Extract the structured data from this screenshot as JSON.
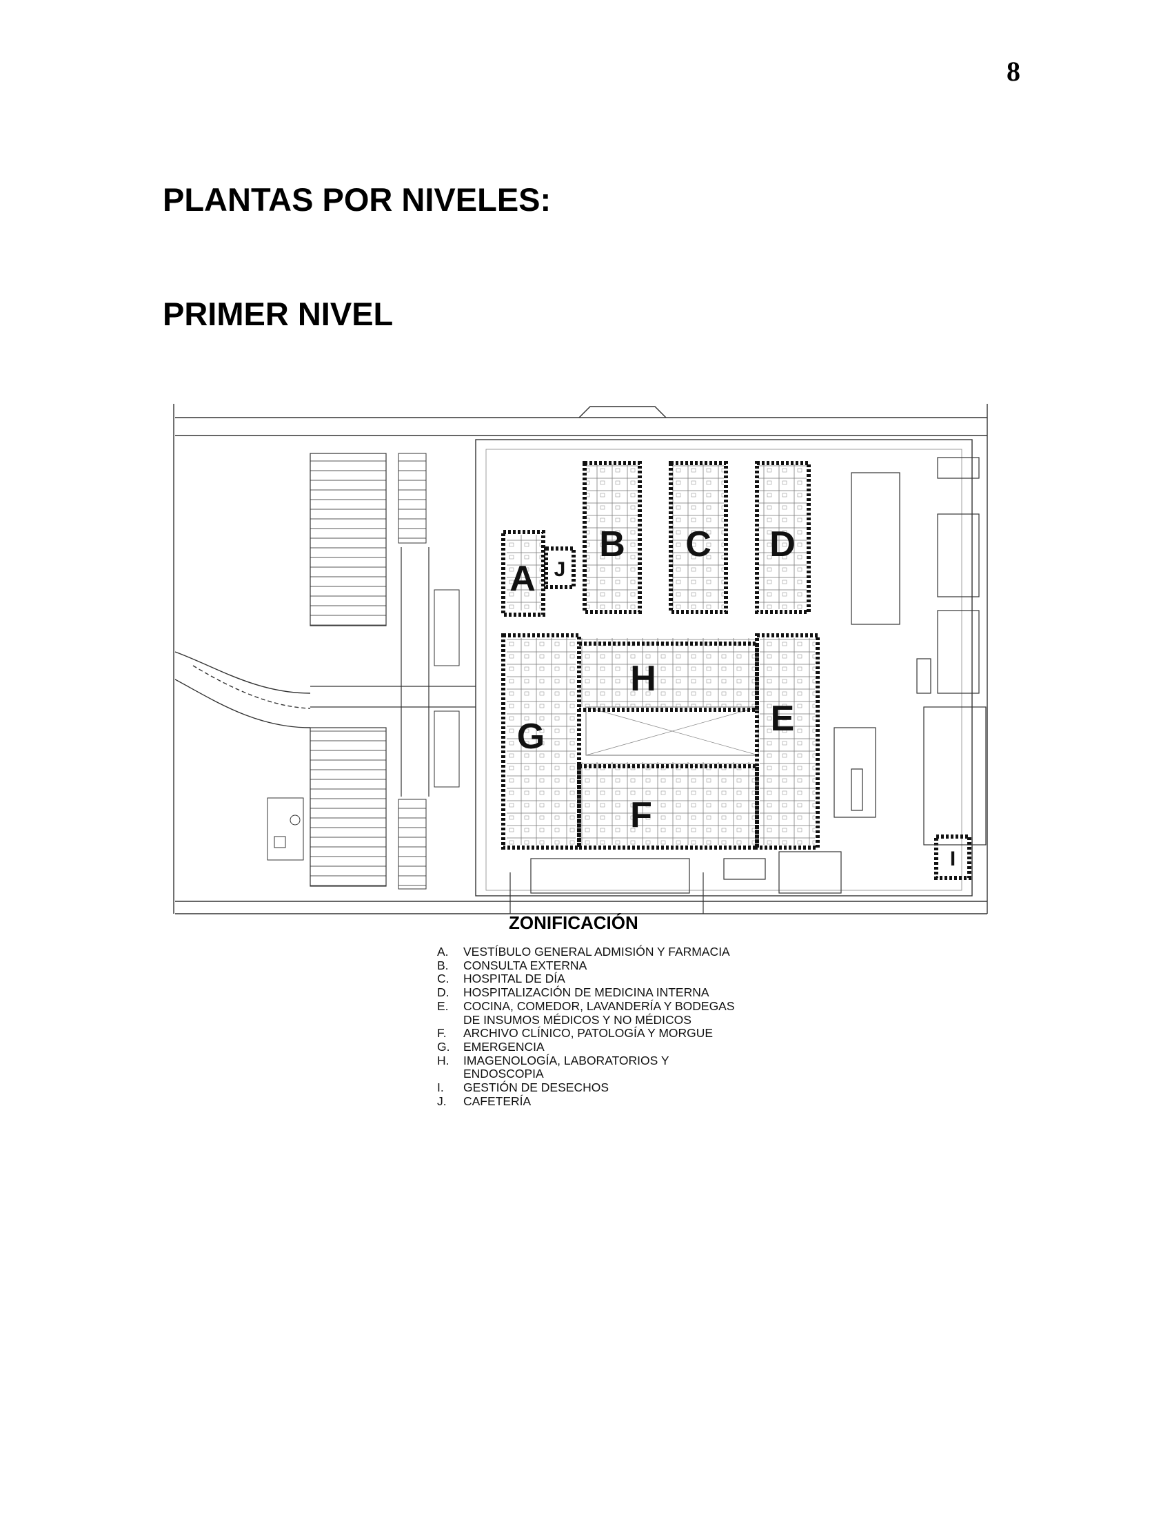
{
  "page": {
    "number": "8",
    "heading": "PLANTAS POR NIVELES:",
    "subheading": "PRIMER NIVEL"
  },
  "plan": {
    "zone_labels": [
      "A",
      "B",
      "C",
      "D",
      "E",
      "F",
      "G",
      "H",
      "I",
      "J"
    ],
    "legend_title": "ZONIFICACIÓN",
    "legend": [
      {
        "key": "A.",
        "text": "VESTÍBULO GENERAL ADMISIÓN Y FARMACIA"
      },
      {
        "key": "B.",
        "text": "CONSULTA EXTERNA"
      },
      {
        "key": "C.",
        "text": "HOSPITAL DE DÍA"
      },
      {
        "key": "D.",
        "text": "HOSPITALIZACIÓN DE MEDICINA INTERNA"
      },
      {
        "key": "E.",
        "text": "COCINA, COMEDOR, LAVANDERÍA Y BODEGAS\nDE INSUMOS MÉDICOS Y NO MÉDICOS"
      },
      {
        "key": "F.",
        "text": "ARCHIVO CLÍNICO, PATOLOGÍA Y MORGUE"
      },
      {
        "key": "G.",
        "text": "EMERGENCIA"
      },
      {
        "key": "H.",
        "text": "IMAGENOLOGÍA, LABORATORIOS Y\nENDOSCOPIA"
      },
      {
        "key": "I.",
        "text": "GESTIÓN DE DESECHOS"
      },
      {
        "key": "J.",
        "text": "CAFETERÍA"
      }
    ]
  }
}
